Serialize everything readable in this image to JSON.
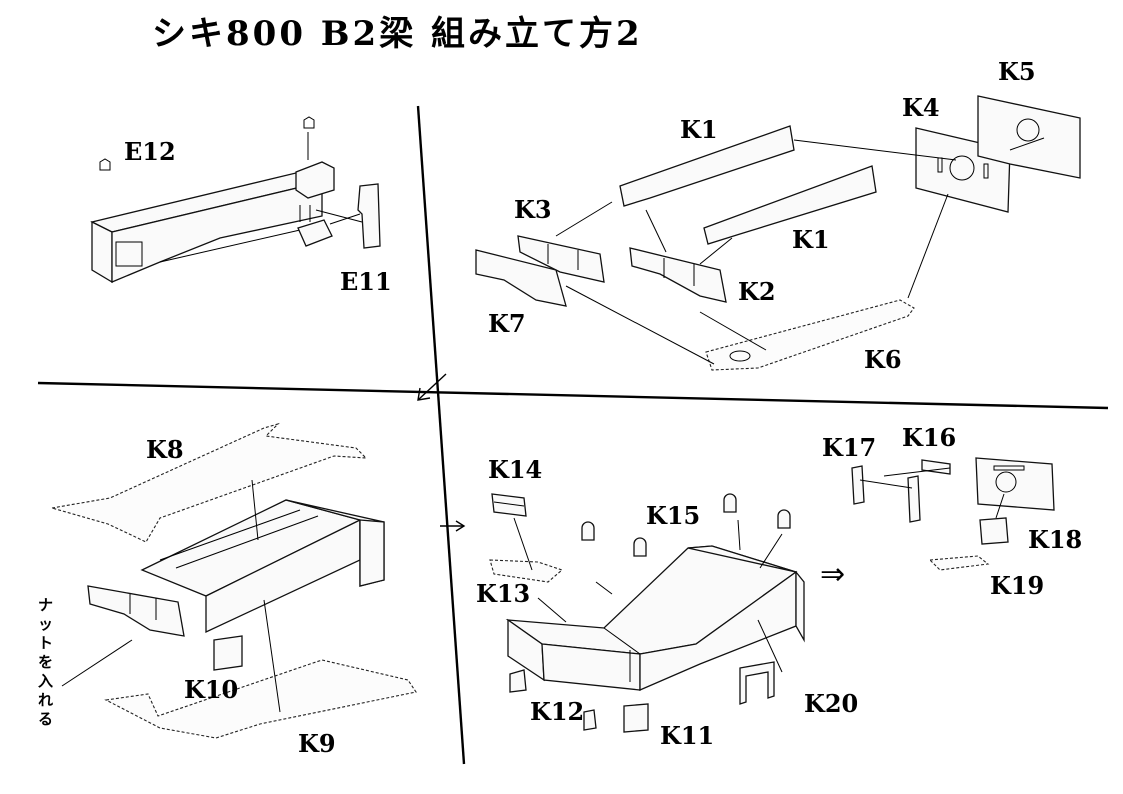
{
  "title": "シキ800 B2梁 組み立て方2",
  "labels": {
    "e12": "E12",
    "e11": "E11",
    "k1a": "K1",
    "k1b": "K1",
    "k2": "K2",
    "k3": "K3",
    "k4": "K4",
    "k5": "K5",
    "k6": "K6",
    "k7": "K7",
    "k8": "K8",
    "k9": "K9",
    "k10": "K10",
    "k11": "K11",
    "k12": "K12",
    "k13": "K13",
    "k14": "K14",
    "k15": "K15",
    "k16": "K16",
    "k17": "K17",
    "k18": "K18",
    "k19": "K19",
    "k20": "K20"
  },
  "note_lines": [
    "ナ",
    "ッ",
    "ト",
    "を",
    "入",
    "れ",
    "る"
  ],
  "arrow_double": "⇒"
}
